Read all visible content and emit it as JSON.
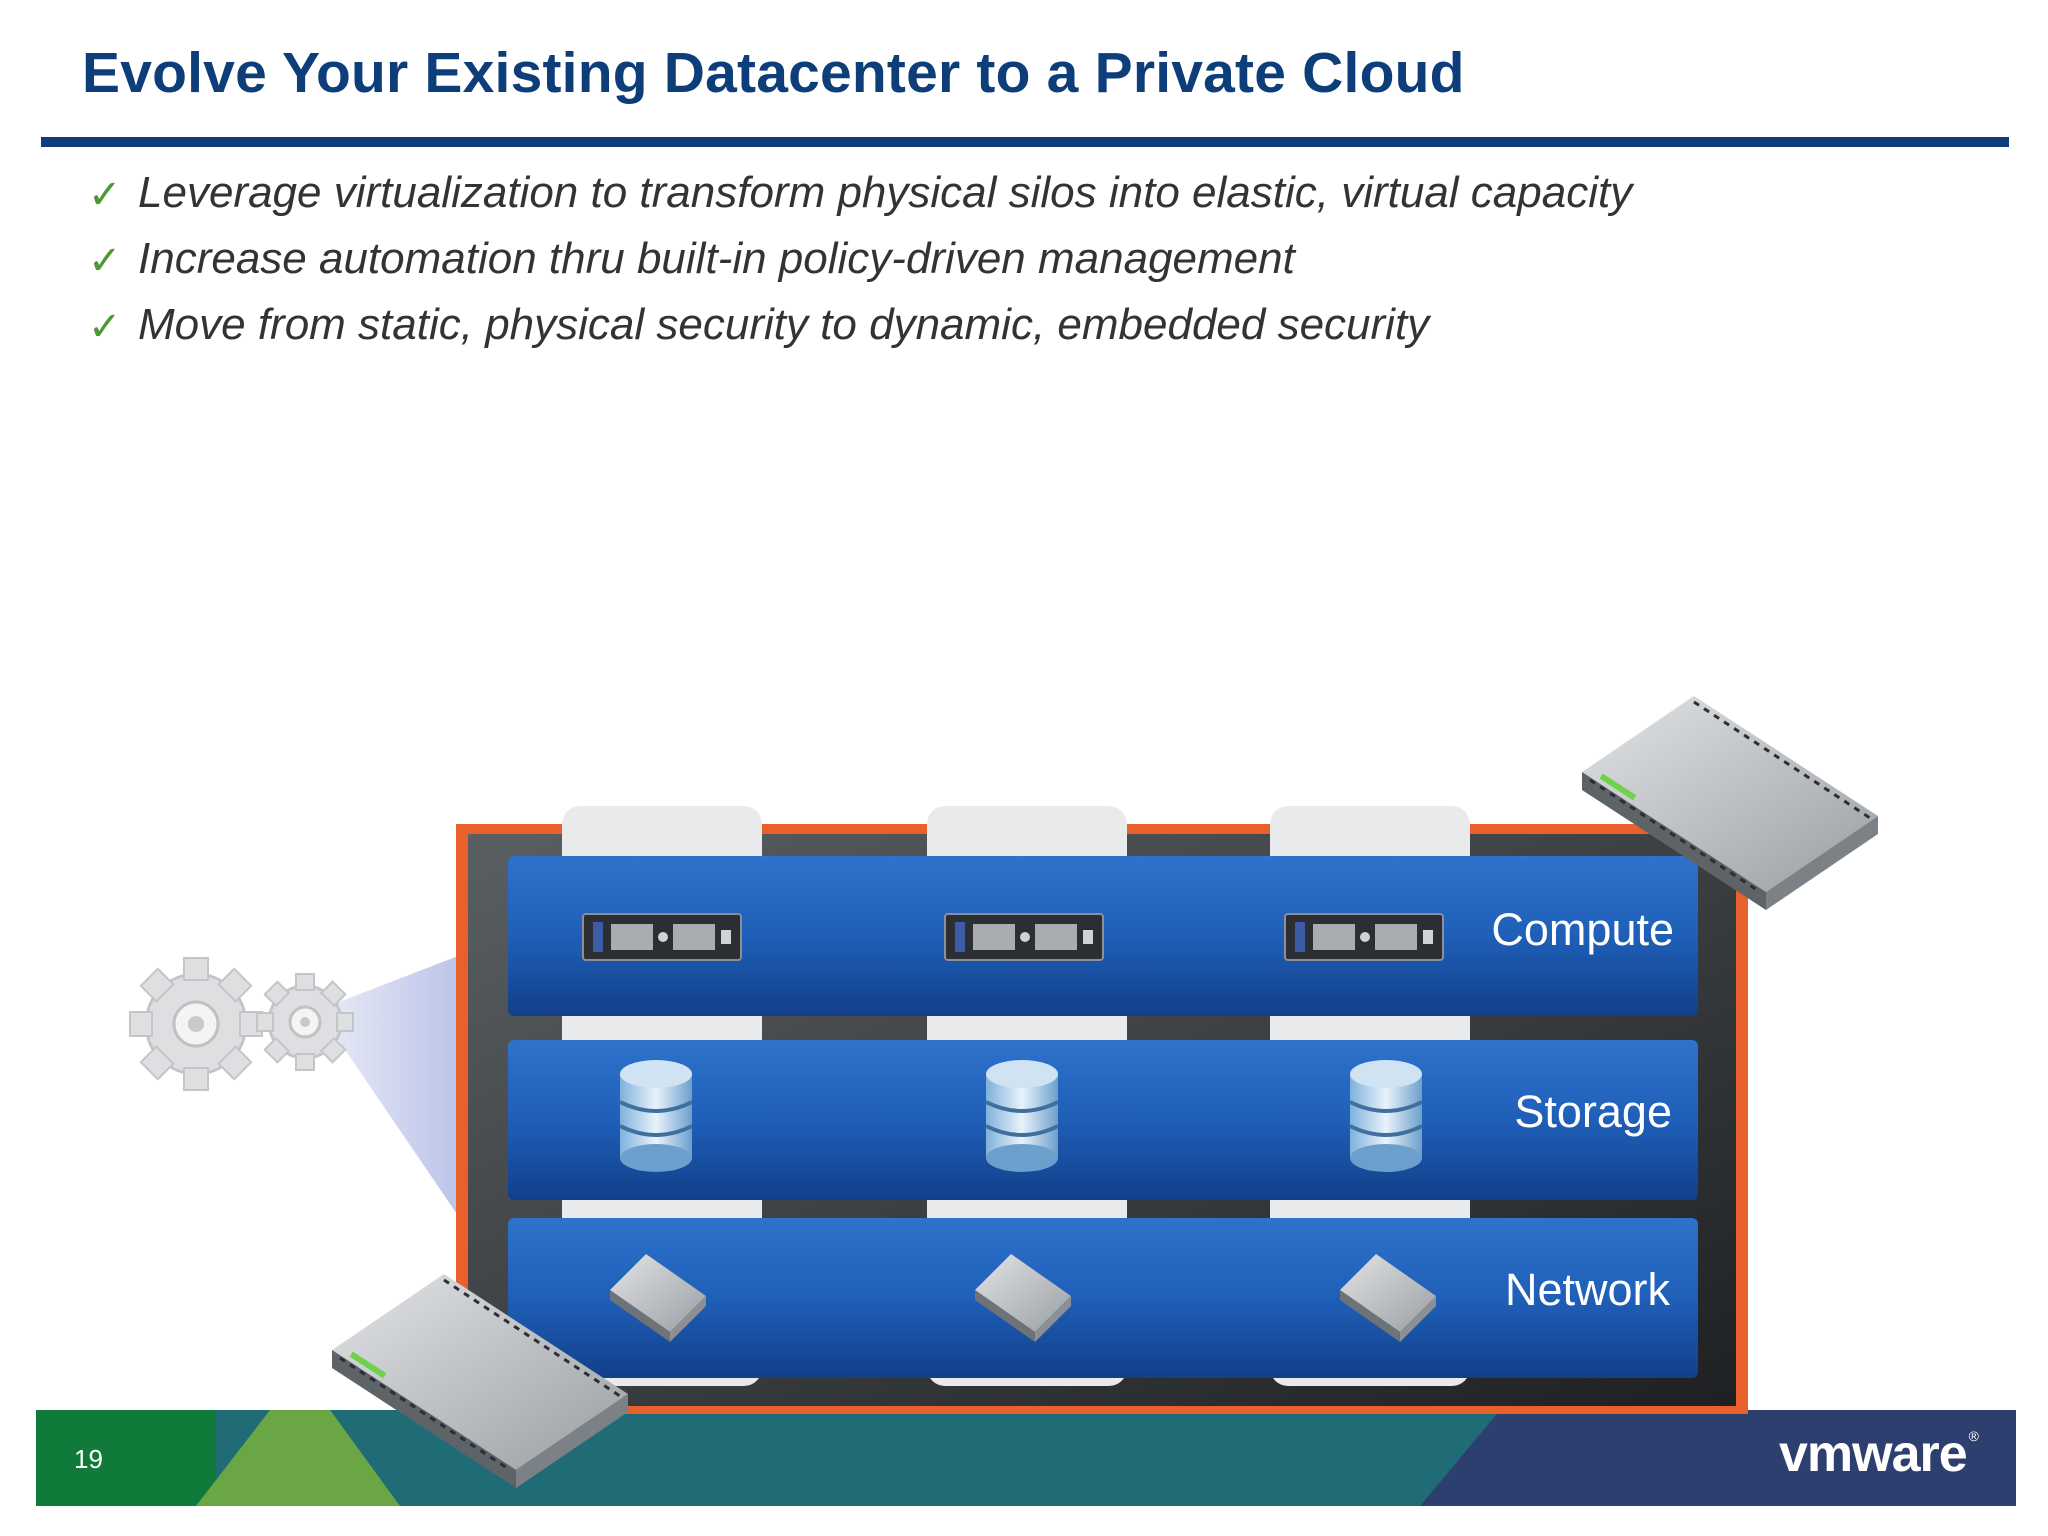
{
  "slide": {
    "title": "Evolve Your Existing Datacenter to a Private Cloud",
    "page_number": "19"
  },
  "bullets": [
    {
      "check": "✓",
      "text": "Leverage virtualization to transform physical silos into elastic, virtual capacity"
    },
    {
      "check": "✓",
      "text": "Increase automation thru built-in policy-driven management"
    },
    {
      "check": "✓",
      "text": "Move from static, physical security to dynamic, embedded security"
    }
  ],
  "layers": [
    {
      "label": "Compute",
      "icon": "server-icon"
    },
    {
      "label": "Storage",
      "icon": "database-icon"
    },
    {
      "label": "Network",
      "icon": "network-switch-icon"
    }
  ],
  "footer": {
    "logo_text": "vmware"
  },
  "colors": {
    "title": "#0d3e7a",
    "layer_blue": "#1f5fb8",
    "orange_frame": "#e8612c",
    "check_green": "#4a9a33",
    "footer_green": "#0f7a3a",
    "footer_teal": "#1f6b76",
    "footer_navy": "#2d3f6e"
  }
}
